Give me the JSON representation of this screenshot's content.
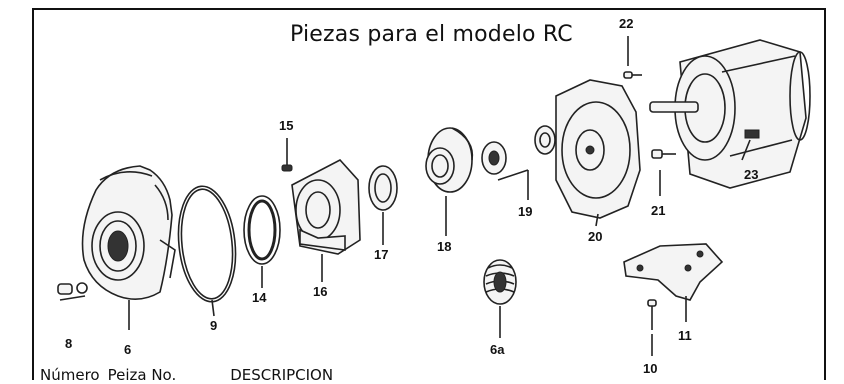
{
  "title": "Piezas para el modelo RC",
  "labels": {
    "p8": "8",
    "p6": "6",
    "p9": "9",
    "p14": "14",
    "p15": "15",
    "p16": "16",
    "p17": "17",
    "p18": "18",
    "p6a": "6a",
    "p19": "19",
    "p20": "20",
    "p21": "21",
    "p22": "22",
    "p23": "23",
    "p11": "11",
    "p10": "10"
  },
  "table_header": {
    "col1": "Número",
    "col2": "Peiza No.",
    "col3": "DESCRIPCION"
  }
}
